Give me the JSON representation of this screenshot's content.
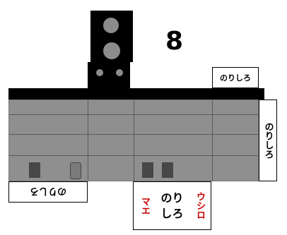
{
  "car_number": "8",
  "labels": {
    "top_tag": "のりしろ",
    "right_tag": "のりしろ",
    "bottom_left_tag": "のりしろ",
    "bottom_right_center": "のり しろ",
    "bottom_right_left_red": "マエ",
    "bottom_right_right_red": "ウシロ"
  },
  "colors": {
    "body": "#8f8f8f",
    "roof": "#000000",
    "window": "#474747",
    "signal": "#000000",
    "lamp": "#8c8c8c",
    "red_text": "#cc0000"
  }
}
